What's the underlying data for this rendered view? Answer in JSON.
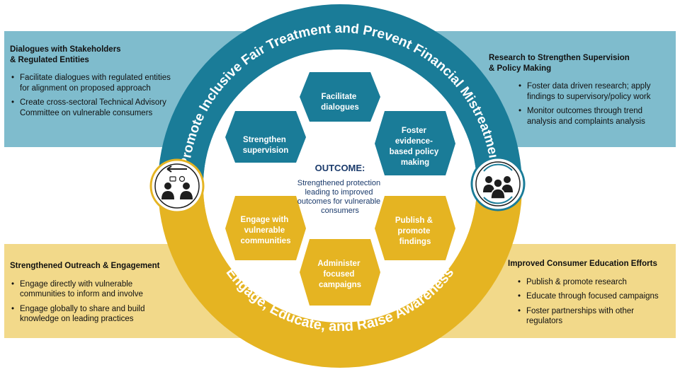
{
  "ring": {
    "top_text": "Promote Inclusive Fair Treatment and Prevent Financial Mistreatment",
    "bottom_text": "Engage, Educate, and Raise Awareness",
    "top_color": "#1a7c98",
    "bottom_color": "#e5b422"
  },
  "hexagons": {
    "facilitate": [
      "Facilitate",
      "dialogues"
    ],
    "strengthen": [
      "Strengthen",
      "supervision"
    ],
    "foster": [
      "Foster",
      "evidence-",
      "based policy",
      "making"
    ],
    "engage": [
      "Engage with",
      "vulnerable",
      "communities"
    ],
    "publish": [
      "Publish &",
      "promote",
      "findings"
    ],
    "administer": [
      "Administer",
      "focused",
      "campaigns"
    ]
  },
  "outcome": {
    "title": "OUTCOME:",
    "lines": [
      "Strengthened protection",
      "leading to improved",
      "outcomes for vulnerable",
      "consumers"
    ]
  },
  "icons": {
    "left": "dialogue-people-icon",
    "right": "group-people-icon"
  },
  "panels": {
    "top_left": {
      "title_lines": [
        "Dialogues with Stakeholders",
        "& Regulated Entities"
      ],
      "items": [
        "Facilitate dialogues with regulated entities for alignment on proposed approach",
        "Create cross-sectoral Technical Advisory Committee on vulnerable consumers"
      ]
    },
    "top_right": {
      "title_lines": [
        "Research to Strengthen Supervision",
        "& Policy Making"
      ],
      "items": [
        "Foster data driven research; apply findings to supervisory/policy work",
        "Monitor outcomes through trend analysis and complaints analysis"
      ]
    },
    "bottom_left": {
      "title_lines": [
        "Strengthened Outreach & Engagement"
      ],
      "items": [
        "Engage directly with vulnerable communities to inform and involve",
        "Engage globally to share and build knowledge on leading practices"
      ]
    },
    "bottom_right": {
      "title_lines": [
        "Improved Consumer Education Efforts"
      ],
      "items": [
        "Publish & promote research",
        "Educate through focused campaigns",
        "Foster partnerships with other regulators"
      ]
    }
  }
}
